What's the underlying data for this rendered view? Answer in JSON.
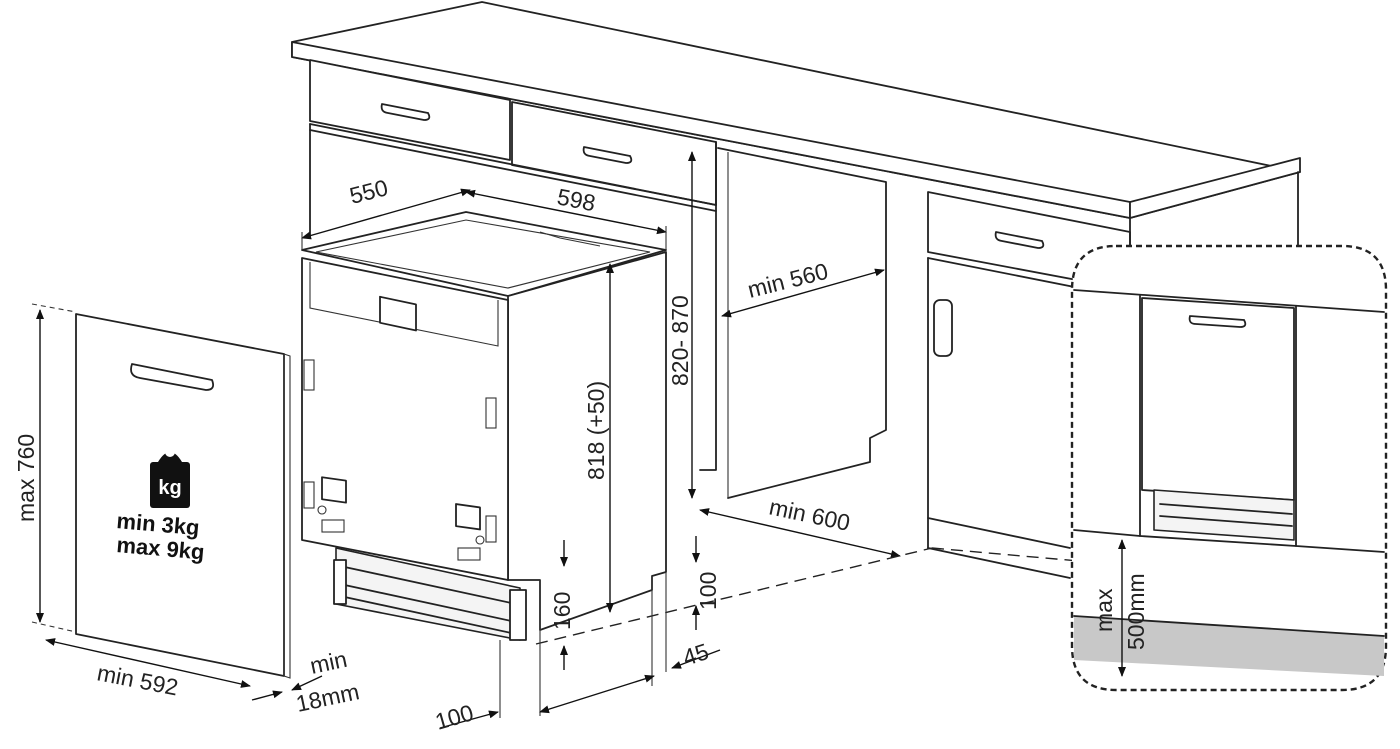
{
  "dimensions": {
    "depth": "550",
    "width": "598",
    "cabinet_height": "820- 870",
    "appliance_height": "818 (+50)",
    "min_depth": "min 560",
    "min_width": "min 600",
    "max_panel_height": "max 760",
    "min_panel_width": "min 592",
    "panel_thickness_min": "min",
    "panel_thickness_value": "18mm",
    "plinth_gap": "100",
    "front_offset": "100",
    "plinth_height": "160",
    "plinth_depth": "45"
  },
  "door_weight": {
    "icon_label": "kg",
    "min": "min  3kg",
    "max": "max 9kg"
  },
  "inset": {
    "max_label": "max",
    "max_value": "500mm"
  }
}
